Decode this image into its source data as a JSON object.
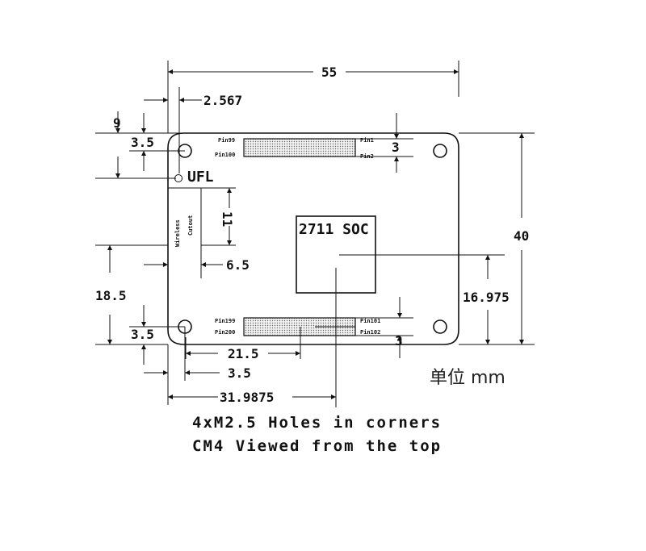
{
  "dimensions": {
    "width_total": "55",
    "height_total": "40",
    "ufl_offset": "2.567",
    "top_offset": "9",
    "hole_top_y": "3.5",
    "connector_width": "3",
    "cutout_height": "11",
    "cutout_width": "6.5",
    "left_height": "18.5",
    "hole_bottom_y": "3.5",
    "right_height": "16.975",
    "bottom_connector_width": "3",
    "connector_x": "21.5",
    "hole_x": "3.5",
    "soc_x": "31.9875"
  },
  "labels": {
    "pin99": "Pin99",
    "pin100": "Pin100",
    "pin1": "Pin1",
    "pin2": "Pin2",
    "pin199": "Pin199",
    "pin200": "Pin200",
    "pin101": "Pin101",
    "pin102": "Pin102",
    "ufl": "UFL",
    "wireless": "Wireless",
    "cutout": "Cutout",
    "soc": "2711 SOC"
  },
  "caption": {
    "line1": "4xM2.5 Holes in corners",
    "line2": "CM4 Viewed from the top"
  },
  "unit_label": "单位 mm"
}
